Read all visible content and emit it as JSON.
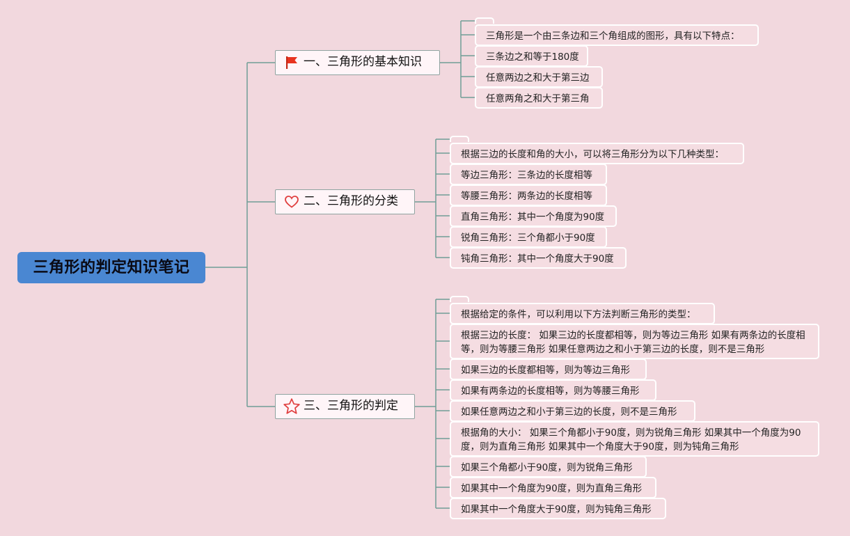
{
  "root": {
    "label": "三角形的判定知识笔记"
  },
  "branches": [
    {
      "label": "一、三角形的基本知识",
      "icon": "red-flag-icon",
      "items": [
        "三角形是一个由三条边和三个角组成的图形，具有以下特点：",
        "三条边之和等于180度",
        "任意两边之和大于第三边",
        "任意两角之和大于第三角"
      ]
    },
    {
      "label": "二、三角形的分类",
      "icon": "heart-icon",
      "items": [
        "根据三边的长度和角的大小，可以将三角形分为以下几种类型：",
        "等边三角形：三条边的长度相等",
        "等腰三角形：两条边的长度相等",
        "直角三角形：其中一个角度为90度",
        "锐角三角形：三个角都小于90度",
        "钝角三角形：其中一个角度大于90度"
      ]
    },
    {
      "label": "三、三角形的判定",
      "icon": "star-icon",
      "items": [
        "根据给定的条件，可以利用以下方法判断三角形的类型：",
        "根据三边的长度： 如果三边的长度都相等，则为等边三角形 如果有两条边的长度相等，则为等腰三角形 如果任意两边之和小于第三边的长度，则不是三角形",
        "如果三边的长度都相等，则为等边三角形",
        "如果有两条边的长度相等，则为等腰三角形",
        "如果任意两边之和小于第三边的长度，则不是三角形",
        "根据角的大小： 如果三个角都小于90度，则为锐角三角形 如果其中一个角度为90度，则为直角三角形 如果其中一个角度大于90度，则为钝角三角形",
        "如果三个角都小于90度，则为锐角三角形",
        "如果其中一个角度为90度，则为直角三角形",
        "如果其中一个角度大于90度，则为钝角三角形"
      ]
    }
  ],
  "colors": {
    "background": "#f2d8de",
    "root_fill": "#4a87d2",
    "connector": "#6f9e96",
    "leaf_border": "#ffffff",
    "flag": "#e8331f",
    "heart": "#e04040",
    "star": "#e04040"
  }
}
